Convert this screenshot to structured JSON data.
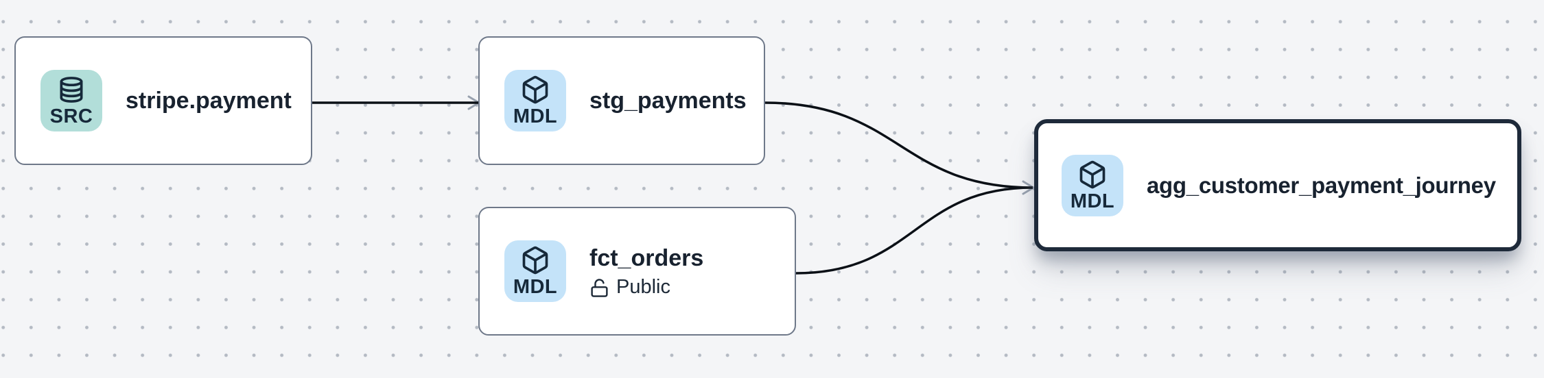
{
  "diagram": {
    "nodes": [
      {
        "id": "stripe-payment",
        "title": "stripe.payment",
        "kind": "source",
        "badge_label": "SRC",
        "badge_icon": "database-icon",
        "badge_color": "#b2ded9",
        "selected": false
      },
      {
        "id": "stg-payments",
        "title": "stg_payments",
        "kind": "model",
        "badge_label": "MDL",
        "badge_icon": "cube-icon",
        "badge_color": "#c4e3f9",
        "selected": false
      },
      {
        "id": "fct-orders",
        "title": "fct_orders",
        "kind": "model",
        "badge_label": "MDL",
        "badge_icon": "cube-icon",
        "badge_color": "#c4e3f9",
        "access_icon": "unlock-icon",
        "access_label": "Public",
        "selected": false
      },
      {
        "id": "agg-customer-payment-journey",
        "title": "agg_customer_payment_journey",
        "kind": "model",
        "badge_label": "MDL",
        "badge_icon": "cube-icon",
        "badge_color": "#c4e3f9",
        "selected": true
      }
    ],
    "edges": [
      {
        "from": "stripe-payment",
        "to": "stg-payments"
      },
      {
        "from": "stg-payments",
        "to": "agg-customer-payment-journey"
      },
      {
        "from": "fct-orders",
        "to": "agg-customer-payment-journey"
      }
    ],
    "colors": {
      "background": "#f4f5f7",
      "grid_dot": "#b4bac3",
      "node_fill": "#ffffff",
      "node_border": "#6e7889",
      "selected_border": "#1e2a3a",
      "edge": "#0b1016",
      "arrowhead": "#98a1ae",
      "text": "#18222f",
      "badge_src_bg": "#b2ded9",
      "badge_mdl_bg": "#c4e3f9"
    }
  }
}
